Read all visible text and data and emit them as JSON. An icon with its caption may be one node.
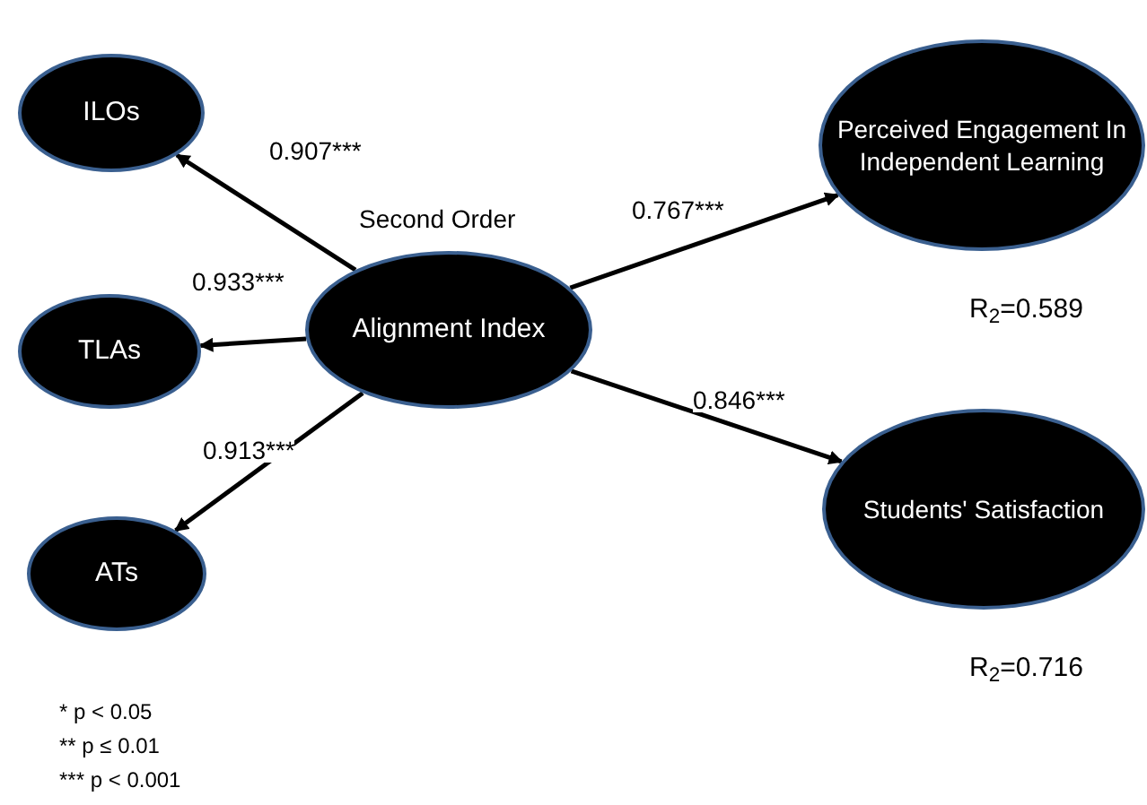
{
  "diagram": {
    "nodes": [
      {
        "text": [
          "ILOs"
        ]
      },
      {
        "text": [
          "TLAs"
        ]
      },
      {
        "text": [
          "ATs"
        ]
      },
      {
        "text": [
          "Alignment Index"
        ],
        "beside": [
          "Second Order"
        ]
      },
      {
        "text": [
          "Perceived Engagement In Independent Learning"
        ]
      },
      {
        "text": [
          "Students' Satisfaction"
        ]
      }
    ],
    "edges": [
      {
        "from": 3,
        "to": 0,
        "arrow": "to",
        "label": "0.907***"
      },
      {
        "from": 3,
        "to": 1,
        "arrow": "to",
        "label": "0.933***"
      },
      {
        "from": 3,
        "to": 2,
        "arrow": "to",
        "label": "0.913***"
      },
      {
        "from": 3,
        "to": 4,
        "arrow": "to",
        "label": "0.767***"
      },
      {
        "from": 3,
        "to": 5,
        "arrow": "to",
        "label": "0.846***"
      }
    ],
    "labels": [
      "R$_{2}$=0.589",
      "R$_{2}$=0.716",
      "* p < 0.05",
      "** p ≤ 0.01",
      "*** p < 0.001"
    ]
  }
}
